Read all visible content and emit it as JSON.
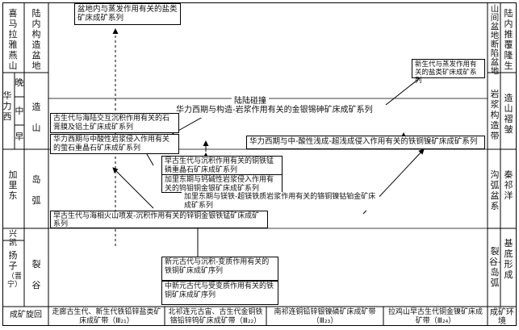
{
  "left_col": {
    "era_labels": {
      "himalaya": "喜马拉雅燕山",
      "huali_xi": "华力西",
      "late": "晚",
      "middle": "中",
      "early": "早",
      "jialidong": "加里东",
      "xingkai": "兴凯",
      "yangzi": "扬子",
      "jinning": "（晋宁）"
    },
    "stage_labels": {
      "inland_basin": "陆内构造盆地",
      "orogeny": "造山",
      "island_arc": "岛弧",
      "rift": "裂谷"
    },
    "bottom_label": "成矿旋回"
  },
  "right_col": {
    "stage_labels": {
      "intermontane": "山间盆地断陷盆地",
      "uplift": "陆内推覆隆生",
      "orogenic_belt": "岩浆构造带",
      "fold": "造山褶皱",
      "trench": "沟弧盆系",
      "qilian_ocean": "秦祁洋",
      "rift_arc": "裂谷-岛弧",
      "basement": "基底形成"
    },
    "bottom_label": "成矿环境"
  },
  "boxes": {
    "top_basin": "盆地内与蒸发作用有关的盐类矿床成矿系列",
    "right_cenozoic": "新生代与蒸发作用有关的盐类矿床成矿系列",
    "continent_collision": "陆陆碰撞",
    "huali_magma": "华力西期与构造-岩浆作用有关的金银锡砷矿床成矿系列",
    "paleozoic_gypsum": "古生代与海陆交互沉积作用有关的石膏膜及铝土矿床成矿系列",
    "huali_fluorite": "华力西期与中酸性岩浆侵入作用有关的萤石重晶石矿床成矿系列",
    "huali_copper": "华力西期与中-酸性浅成-超浅成侵入作用有关的铁铜镍矿床成矿系列",
    "early_paleo_copper": "早古生代与沉积作用有关的铜铁锰磷重晶石矿床成矿系列",
    "jialidong_alkaline": "加里东期与钙碱性岩浆侵入作用有关的钨钼铜金银矿床成矿系列",
    "jialidong_mafic": "加里东期与镁铁-超镁铁质岩浆作用有关的铬铜镍钴铂金矿床成矿系列",
    "early_paleo_volcanic": "早古生代与海相火山喷发-沉积作用有关的锌铜金银铁锰矿床成矿系列",
    "neoproterozoic": "新元古代与沉积-变质作用有关的铁铜矿床成矿序列",
    "mesoproterozoic": "中新元古代与受变质作用有关的铁铜矿床成矿序列"
  },
  "bottom_row": [
    "走廊古生代、新生代铁铅锌盐类矿床成矿带（Ⅲ₂₁）",
    "北祁连元古宙、古生代金铜铁铬铅锌钨矿床成矿带（Ⅲ₂₂）",
    "南祁连铜铅锌银镍磷矿床成矿带（Ⅲ₂₃）",
    "拉鸡山早古生代铜金镍矿床成矿带（Ⅲ₂₄）"
  ]
}
